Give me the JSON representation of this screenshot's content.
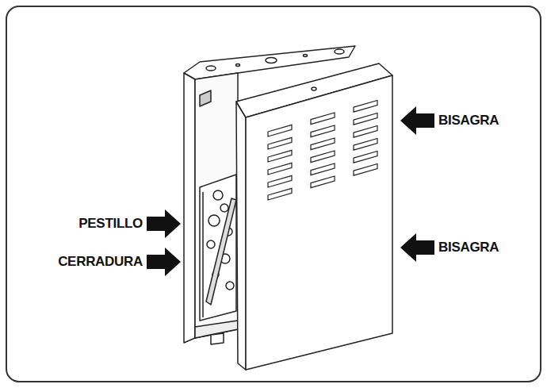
{
  "diagram": {
    "labels": [
      "BISAGRA",
      "PESTILLO",
      "CERRADURA",
      "BISAGRA"
    ]
  }
}
